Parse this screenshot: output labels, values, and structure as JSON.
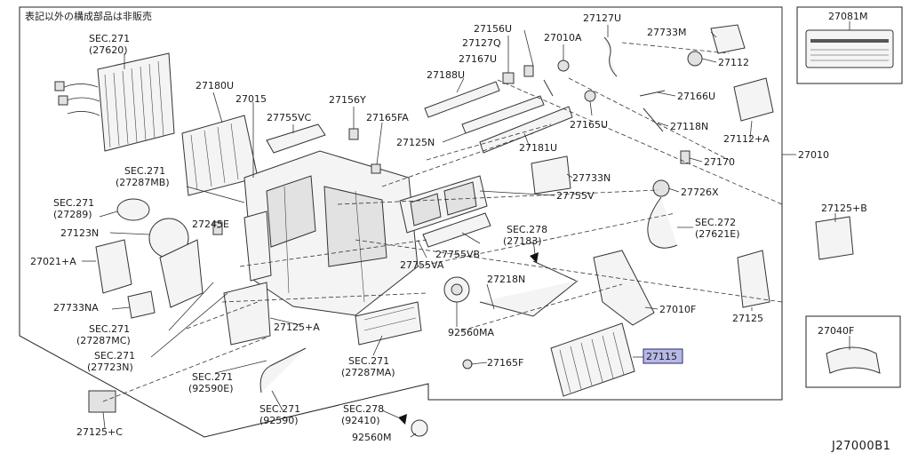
{
  "note": "表記以外の構成部品は非販売",
  "diagram_code": "J27000B1",
  "labels": {
    "l27081m": "27081M",
    "sec271a": "SEC.271",
    "sec271a_sub": "(27620)",
    "l27180u": "27180U",
    "l27015": "27015",
    "l27156y": "27156Y",
    "l27755vc": "27755VC",
    "l27165fa": "27165FA",
    "l27156u": "27156U",
    "l27127q": "27127Q",
    "l27010a": "27010A",
    "l27127u": "27127U",
    "l27733m": "27733M",
    "l27167u": "27167U",
    "l27112": "27112",
    "l27188u": "27188U",
    "l27166u": "27166U",
    "l27125n": "27125N",
    "l27165u": "27165U",
    "l27118n": "27118N",
    "l27181u": "27181U",
    "l27112a": "27112+A",
    "l27170": "27170",
    "l27010": "27010",
    "sec271b": "SEC.271",
    "sec271b_sub": "(27287MB)",
    "l27733n": "27733N",
    "l27755v": "27755V",
    "l27726x": "27726X",
    "sec271c": "SEC.271",
    "sec271c_sub": "(27289)",
    "l27245e": "27245E",
    "sec272": "SEC.272",
    "sec272_sub": "(27621E)",
    "l27125b": "27125+B",
    "l27123n": "27123N",
    "sec278a": "SEC.278",
    "sec278a_sub": "(27183)",
    "l27021a": "27021+A",
    "l27755vb": "27755VB",
    "l27755va": "27755VA",
    "l27218n": "27218N",
    "l27010f": "27010F",
    "l27125": "27125",
    "l27733na": "27733NA",
    "l27125a": "27125+A",
    "l92560ma": "92560MA",
    "sec271d": "SEC.271",
    "sec271d_sub": "(27287MC)",
    "l27040f": "27040F",
    "sec271e": "SEC.271",
    "sec271e_sub": "(27723N)",
    "l27165f": "27165F",
    "l27115": "27115",
    "sec271f": "SEC.271",
    "sec271f_sub": "(27287MA)",
    "sec271g": "SEC.271",
    "sec271g_sub": "(92590E)",
    "sec271h": "SEC.271",
    "sec271h_sub": "(92590)",
    "sec278b": "SEC.278",
    "sec278b_sub": "(92410)",
    "l27125c": "27125+C",
    "l92560m": "92560M"
  },
  "colors": {
    "highlight": "#b7b8e6",
    "line": "#333333"
  }
}
